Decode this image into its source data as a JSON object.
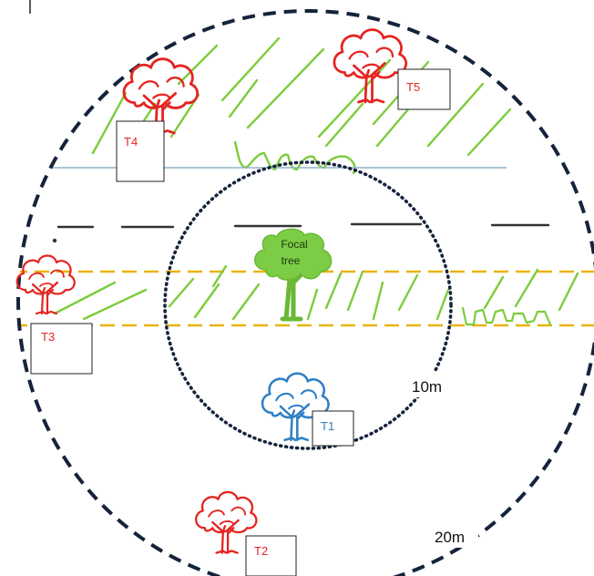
{
  "colors": {
    "outer_ring": "#15233b",
    "inner_ring": "#15233b",
    "grass": "#7ccc3c",
    "road_edge": "#e8b30f",
    "median": "#333333",
    "river": "#8eb3c6",
    "focal": "#7dcc45",
    "focal_trunk": "#6ab836",
    "red_tree": "#e52421",
    "blue_tree": "#2e7fc4",
    "label_box": "#222222"
  },
  "focal_tree": {
    "label": "Focal\ntree",
    "line1": "Focal",
    "line2": "tree"
  },
  "radii": {
    "inner": "10m",
    "outer": "20m"
  },
  "trees": [
    {
      "id": "T1",
      "label": "T1",
      "color": "blue"
    },
    {
      "id": "T2",
      "label": "T2",
      "color": "red"
    },
    {
      "id": "T3",
      "label": "T3",
      "color": "red"
    },
    {
      "id": "T4",
      "label": "T4",
      "color": "red"
    },
    {
      "id": "T5",
      "label": "T5",
      "color": "red"
    }
  ],
  "icons": [
    "tree-icon",
    "grass-hatching",
    "lawn-scribble",
    "road-lane"
  ]
}
